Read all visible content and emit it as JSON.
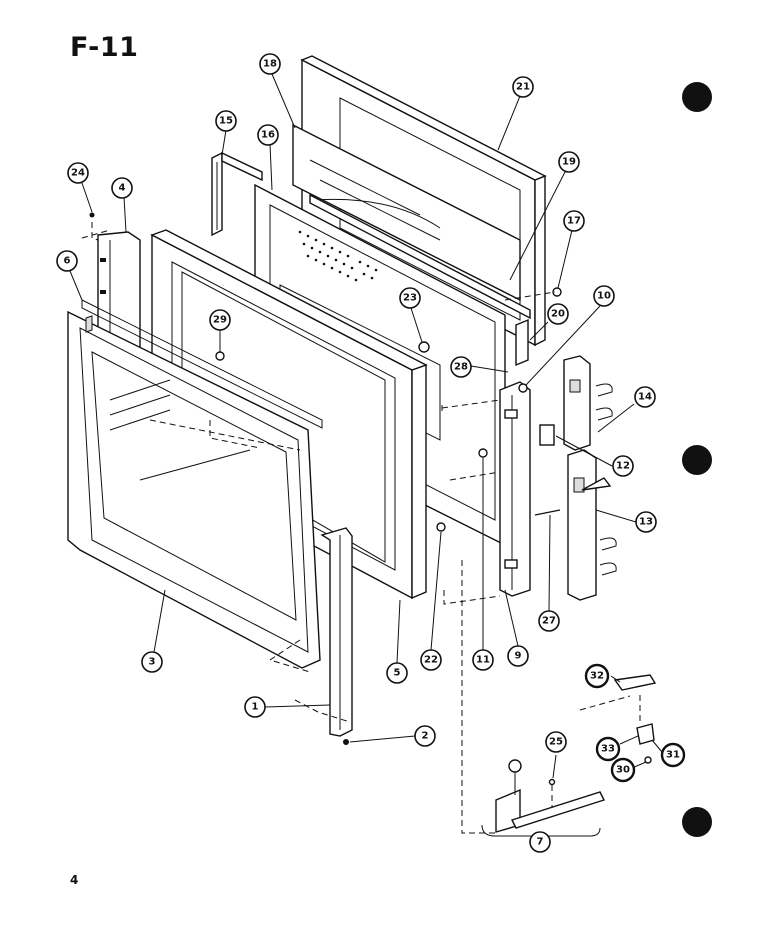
{
  "figure_label": "F-11",
  "page_number": "4",
  "callouts": [
    {
      "id": "c18",
      "label": "18"
    },
    {
      "id": "c21",
      "label": "21"
    },
    {
      "id": "c15",
      "label": "15"
    },
    {
      "id": "c16",
      "label": "16"
    },
    {
      "id": "c19",
      "label": "19"
    },
    {
      "id": "c24",
      "label": "24"
    },
    {
      "id": "c4",
      "label": "4"
    },
    {
      "id": "c17",
      "label": "17"
    },
    {
      "id": "c6",
      "label": "6"
    },
    {
      "id": "c10",
      "label": "10"
    },
    {
      "id": "c23",
      "label": "23"
    },
    {
      "id": "c20",
      "label": "20"
    },
    {
      "id": "c29",
      "label": "29"
    },
    {
      "id": "c28",
      "label": "28"
    },
    {
      "id": "c14",
      "label": "14"
    },
    {
      "id": "c12",
      "label": "12"
    },
    {
      "id": "c13",
      "label": "13"
    },
    {
      "id": "c27",
      "label": "27"
    },
    {
      "id": "c3",
      "label": "3"
    },
    {
      "id": "c5",
      "label": "5"
    },
    {
      "id": "c22",
      "label": "22"
    },
    {
      "id": "c11",
      "label": "11"
    },
    {
      "id": "c9",
      "label": "9"
    },
    {
      "id": "c32",
      "label": "32"
    },
    {
      "id": "c1",
      "label": "1"
    },
    {
      "id": "c2",
      "label": "2"
    },
    {
      "id": "c25",
      "label": "25"
    },
    {
      "id": "c33",
      "label": "33"
    },
    {
      "id": "c31",
      "label": "31"
    },
    {
      "id": "c30",
      "label": "30"
    },
    {
      "id": "c7",
      "label": "7"
    }
  ]
}
